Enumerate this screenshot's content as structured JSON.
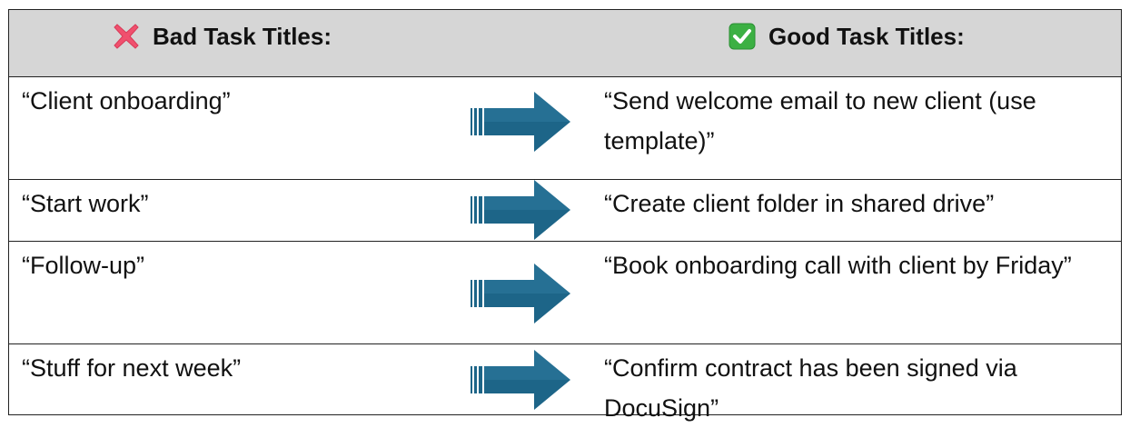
{
  "header": {
    "bad_title": "Bad Task Titles:",
    "good_title": "Good Task Titles:",
    "bad_icon": "cross-mark-icon",
    "good_icon": "check-mark-button-icon",
    "bad_icon_color": "#f0506e",
    "good_icon_color": "#3cb043",
    "background": "#d6d6d6"
  },
  "arrow_color": "#1d6588",
  "rows": [
    {
      "bad": "“Client onboarding”",
      "good": "“Send welcome email to new client (use template)”"
    },
    {
      "bad": "“Start work”",
      "good": "“Create client folder in shared drive”"
    },
    {
      "bad": "“Follow-up”",
      "good": "“Book onboarding call with client by Friday”"
    },
    {
      "bad": "“Stuff for next week”",
      "good": "“Confirm contract has been signed via DocuSign”"
    }
  ]
}
